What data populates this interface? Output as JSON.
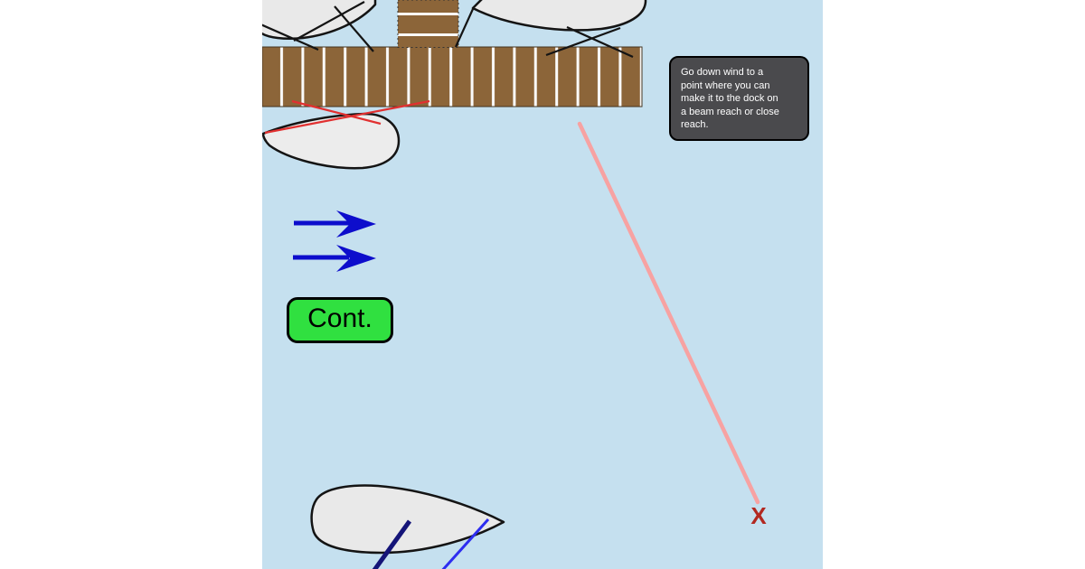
{
  "scene": {
    "name": "sailing-docking-lesson",
    "colors": {
      "water": "#C5E0EF",
      "dock_wood": "#8C6539",
      "plank_line": "#FBFBFB",
      "boat_hull": "#E9E9E9",
      "boat_outline": "#141414",
      "wind_arrow": "#0D0DCC",
      "course_line_pink": "#F7A2A2",
      "mooring_line_red": "#E13030",
      "boom_line_navy": "#141478",
      "sheet_line_blue": "#2D2DF0",
      "target_red": "#B22820",
      "button_green": "#30E040",
      "tooltip_bg": "#4A4A4D"
    }
  },
  "tooltip": {
    "lines": [
      "Go down wind to a",
      "point where you can",
      "make it to the dock on",
      "a beam reach or close",
      "reach."
    ],
    "full_text": "Go down wind to a point where you can make it to the dock on a beam reach or close reach."
  },
  "controls": {
    "continue_label": "Cont."
  },
  "target": {
    "label": "X"
  },
  "wind_indicator": {
    "direction": "right",
    "arrow_count": 2
  }
}
